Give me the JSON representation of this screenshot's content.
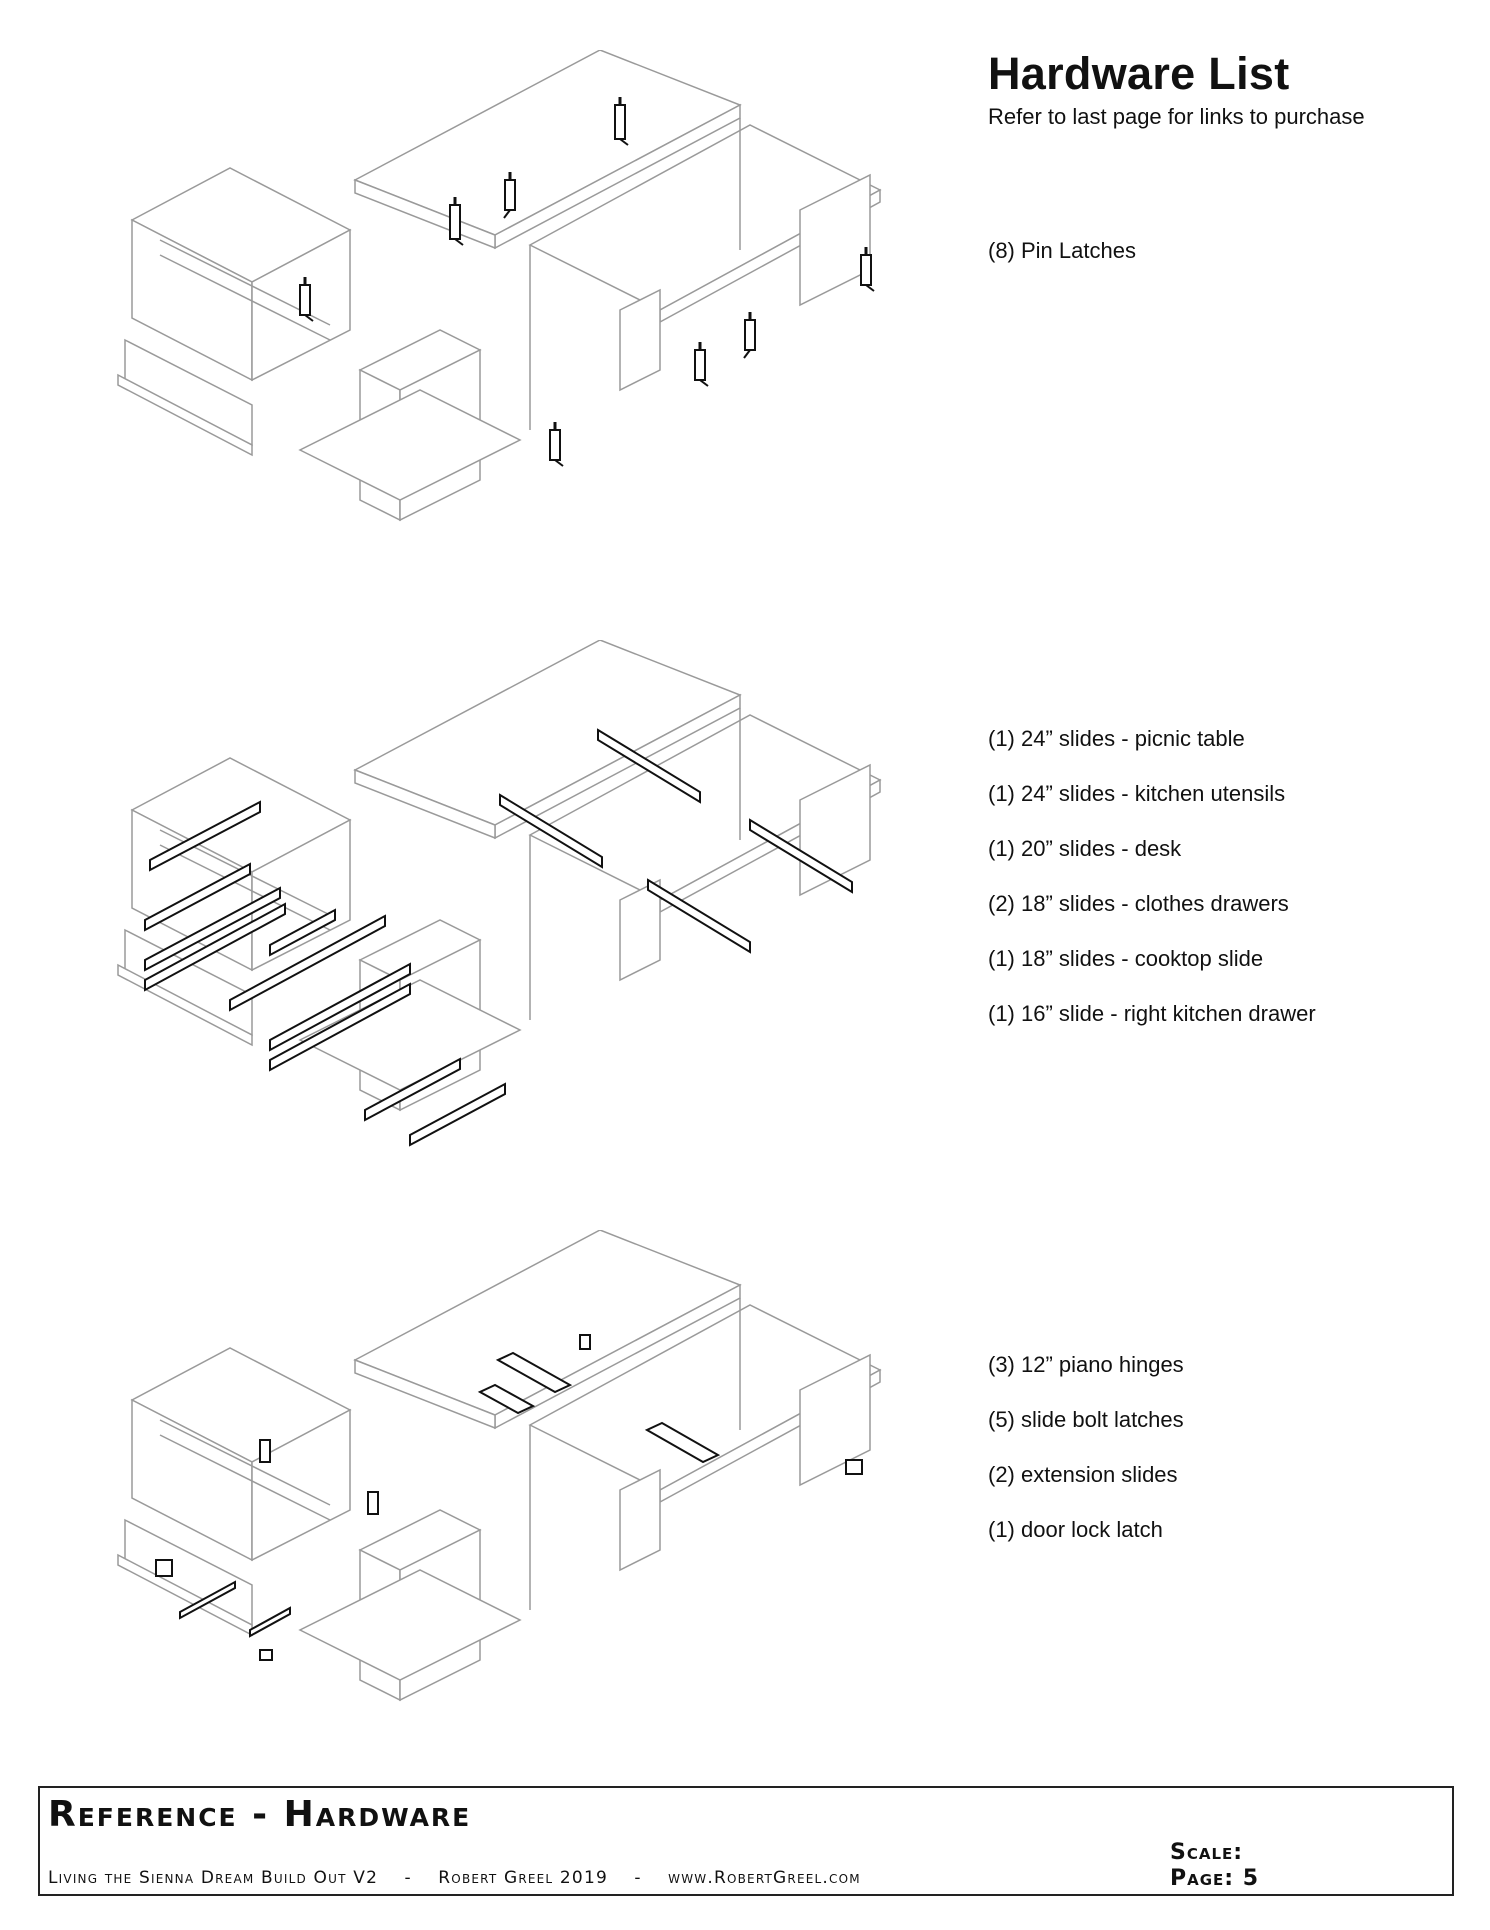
{
  "header": {
    "title": "Hardware List",
    "subtitle": "Refer to last page for links to purchase"
  },
  "sections": [
    {
      "items": [
        "(8) Pin Latches"
      ]
    },
    {
      "items": [
        "(1) 24” slides - picnic table",
        "(1) 24” slides - kitchen utensils",
        "(1) 20” slides - desk",
        "(2) 18” slides - clothes drawers",
        "(1) 18” slides - cooktop slide",
        "(1) 16” slide - right kitchen drawer"
      ]
    },
    {
      "items": [
        "(3) 12” piano hinges",
        "(5) slide bolt latches",
        "(2) extension slides",
        "(1) door lock latch"
      ]
    }
  ],
  "title_block": {
    "title": "Reference - Hardware",
    "scale_label": "Scale:",
    "page_label": "Page: 5",
    "footer_project": "Living the Sienna Dream Build Out V2",
    "footer_author": "Robert Greel 2019",
    "footer_site": "www.RobertGreel.com",
    "footer_separator": "-"
  },
  "style": {
    "line_color": "#9a9a9a",
    "hardware_color": "#111111",
    "slide_fill": "#ffffff"
  }
}
